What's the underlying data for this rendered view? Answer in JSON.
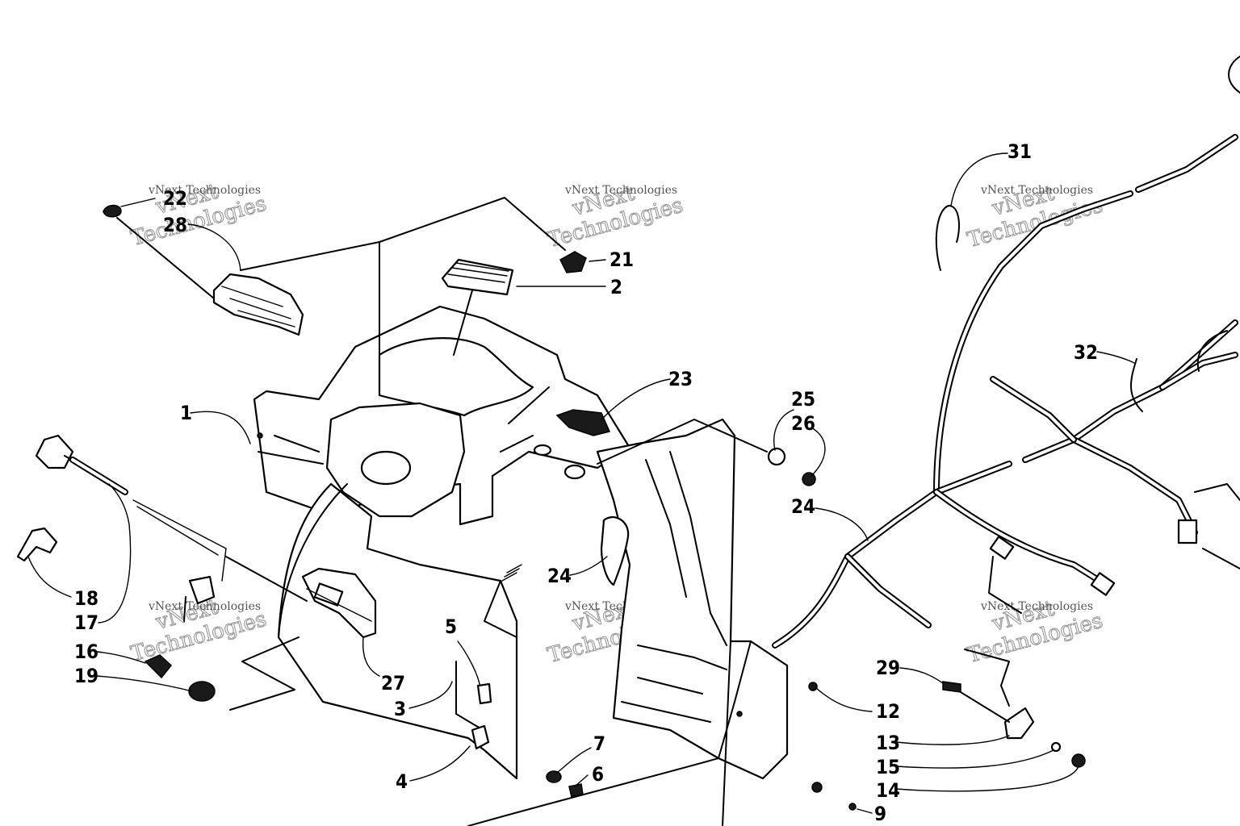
{
  "watermark": {
    "line1": "vNext",
    "line2": "Technologies",
    "small": "vNext Technologies"
  },
  "callouts": [
    {
      "id": "1",
      "text": "1"
    },
    {
      "id": "2",
      "text": "2"
    },
    {
      "id": "3",
      "text": "3"
    },
    {
      "id": "4",
      "text": "4"
    },
    {
      "id": "5",
      "text": "5"
    },
    {
      "id": "6",
      "text": "6"
    },
    {
      "id": "7",
      "text": "7"
    },
    {
      "id": "9",
      "text": "9"
    },
    {
      "id": "12",
      "text": "12"
    },
    {
      "id": "13",
      "text": "13"
    },
    {
      "id": "14",
      "text": "14"
    },
    {
      "id": "15",
      "text": "15"
    },
    {
      "id": "16",
      "text": "16"
    },
    {
      "id": "17",
      "text": "17"
    },
    {
      "id": "18",
      "text": "18"
    },
    {
      "id": "19",
      "text": "19"
    },
    {
      "id": "21",
      "text": "21"
    },
    {
      "id": "22",
      "text": "22"
    },
    {
      "id": "23",
      "text": "23"
    },
    {
      "id": "24a",
      "text": "24"
    },
    {
      "id": "24b",
      "text": "24"
    },
    {
      "id": "25",
      "text": "25"
    },
    {
      "id": "26",
      "text": "26"
    },
    {
      "id": "27",
      "text": "27"
    },
    {
      "id": "28",
      "text": "28"
    },
    {
      "id": "29",
      "text": "29"
    },
    {
      "id": "31",
      "text": "31"
    },
    {
      "id": "32",
      "text": "32"
    }
  ]
}
